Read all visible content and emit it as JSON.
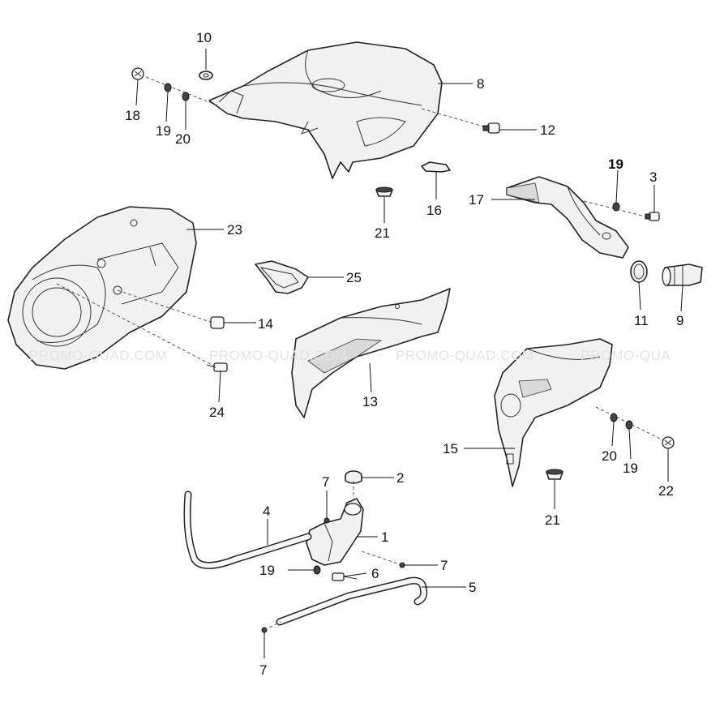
{
  "watermark": "PROMO-QUAD.COM",
  "watermark_partial": "PROMO-QUA",
  "callouts": {
    "p1": "1",
    "p2": "2",
    "p3": "3",
    "p4": "4",
    "p5": "5",
    "p6": "6",
    "p7a": "7",
    "p7b": "7",
    "p7c": "7",
    "p8": "8",
    "p9": "9",
    "p10": "10",
    "p11": "11",
    "p12": "12",
    "p13": "13",
    "p14": "14",
    "p15": "15",
    "p16": "16",
    "p17": "17",
    "p18": "18",
    "p19a": "19",
    "p19b": "19",
    "p19c": "19",
    "p19d": "19",
    "p20a": "20",
    "p20b": "20",
    "p21a": "21",
    "p21b": "21",
    "p22": "22",
    "p23": "23",
    "p24": "24",
    "p25": "25"
  }
}
